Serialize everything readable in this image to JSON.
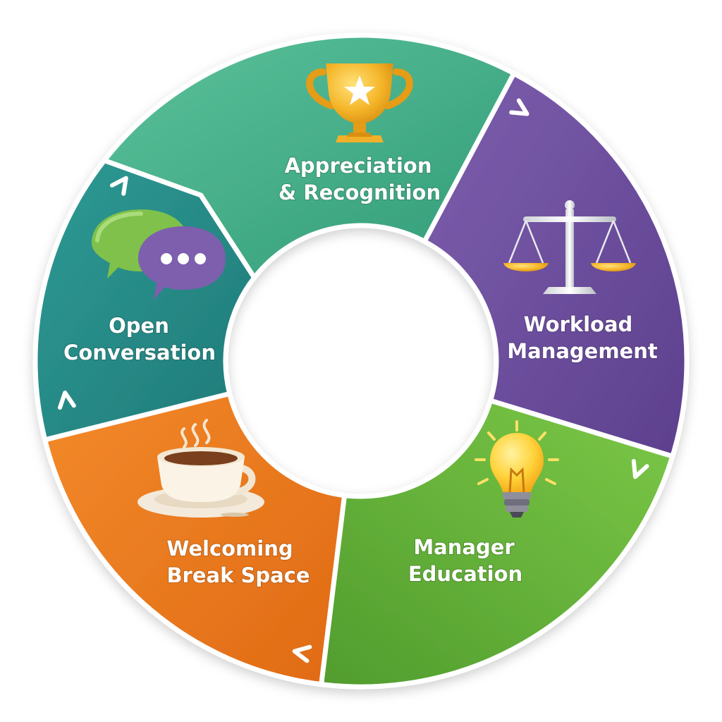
{
  "diagram": {
    "segments": [
      {
        "id": "appreciation",
        "label_lines": [
          "Appreciation",
          "& Recognition"
        ],
        "icon": "trophy-icon",
        "color": "#4db28e",
        "color_dark": "#2f9a76"
      },
      {
        "id": "workload",
        "label_lines": [
          "Workload",
          "Management"
        ],
        "icon": "balance-scale-icon",
        "color": "#7152a0",
        "color_dark": "#5b3e8c"
      },
      {
        "id": "manager-education",
        "label_lines": [
          "Manager",
          "Education"
        ],
        "icon": "lightbulb-icon",
        "color": "#6cb83f",
        "color_dark": "#4e9a2c"
      },
      {
        "id": "break-space",
        "label_lines": [
          "Welcoming",
          "Break Space"
        ],
        "icon": "coffee-cup-icon",
        "color": "#f07d22",
        "color_dark": "#dc6a14"
      },
      {
        "id": "open-conversation",
        "label_lines": [
          "Open",
          "Conversation"
        ],
        "icon": "speech-bubbles-icon",
        "color": "#2e9490",
        "color_dark": "#1f7a78"
      }
    ]
  }
}
